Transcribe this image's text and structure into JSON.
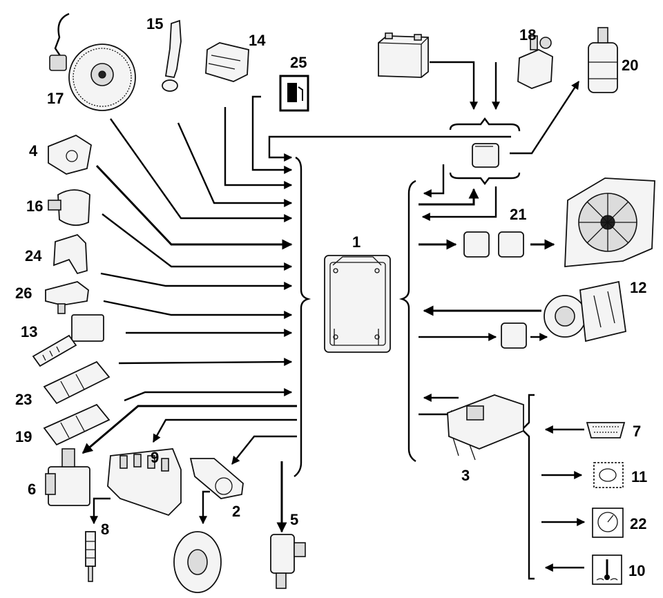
{
  "labels": {
    "ecu": "1",
    "coil_valve": "2",
    "module": "3",
    "throttle_sensor": "4",
    "injector": "5",
    "ignition_coil": "6",
    "diagnostic_connector": "7",
    "spark_plug": "8",
    "ignition_coil_block": "9",
    "temperature_gauge": "10",
    "warning_lamp": "11",
    "ac_compressor": "12",
    "temp_sensor": "13",
    "pressure_sensor": "14",
    "accelerator_pedal": "15",
    "knock_sensor": "16",
    "crank_sensor": "17",
    "ignition_switch": "18",
    "lambda_sensor_rear": "19",
    "fuel_pump": "20",
    "fan_relays": "21",
    "speedometer": "22",
    "lambda_sensor_front": "23",
    "cam_sensor": "24",
    "fuel_gauge": "25",
    "manifold_sensor": "26"
  },
  "colors": {
    "ink": "#000000",
    "background": "#ffffff"
  }
}
